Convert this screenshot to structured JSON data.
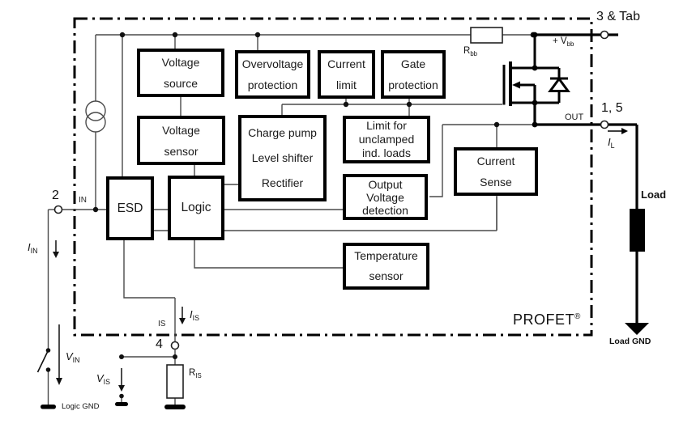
{
  "brand": {
    "name": "PROFET",
    "mark": "®"
  },
  "blocks": {
    "voltage_source": {
      "lines": [
        "Voltage",
        "source"
      ]
    },
    "overvoltage_protection": {
      "lines": [
        "Overvoltage",
        "protection"
      ]
    },
    "current_limit": {
      "lines": [
        "Current",
        "limit"
      ]
    },
    "gate_protection": {
      "lines": [
        "Gate",
        "protection"
      ]
    },
    "voltage_sensor": {
      "lines": [
        "Voltage",
        "sensor"
      ]
    },
    "charge_pump": {
      "lines": [
        "Charge pump",
        "Level shifter",
        "Rectifier"
      ]
    },
    "limit_unclamped": {
      "lines": [
        "Limit for",
        "unclamped",
        "ind. loads"
      ]
    },
    "output_voltage_detection": {
      "lines": [
        "Output",
        "Voltage",
        "detection"
      ]
    },
    "current_sense": {
      "lines": [
        "Current",
        "Sense"
      ]
    },
    "temperature_sensor": {
      "lines": [
        "Temperature",
        "sensor"
      ]
    },
    "esd": {
      "lines": [
        "ESD"
      ]
    },
    "logic": {
      "lines": [
        "Logic"
      ]
    }
  },
  "pins": {
    "supply": "3 & Tab",
    "output": "1, 5",
    "input": "2",
    "sense": "4"
  },
  "ports": {
    "in": "IN",
    "out": "OUT",
    "is": "IS"
  },
  "labels": {
    "v_bb": {
      "main": "+ V",
      "sub": "bb"
    },
    "r_bb": {
      "main": "R",
      "sub": "bb"
    },
    "r_is": {
      "main": "R",
      "sub": "IS"
    },
    "i_in": {
      "main": "I",
      "sub": "IN"
    },
    "v_in": {
      "main": "V",
      "sub": "IN"
    },
    "i_is": {
      "main": "I",
      "sub": "IS"
    },
    "v_is": {
      "main": "V",
      "sub": "IS"
    },
    "i_l": {
      "main": "I",
      "sub": "L"
    }
  },
  "external": {
    "load": "Load",
    "load_gnd": "Load GND",
    "logic_gnd": "Logic GND"
  },
  "colors": {
    "wire_thin": "#4a4a4a",
    "wire_thick": "#000000",
    "background": "#ffffff"
  }
}
